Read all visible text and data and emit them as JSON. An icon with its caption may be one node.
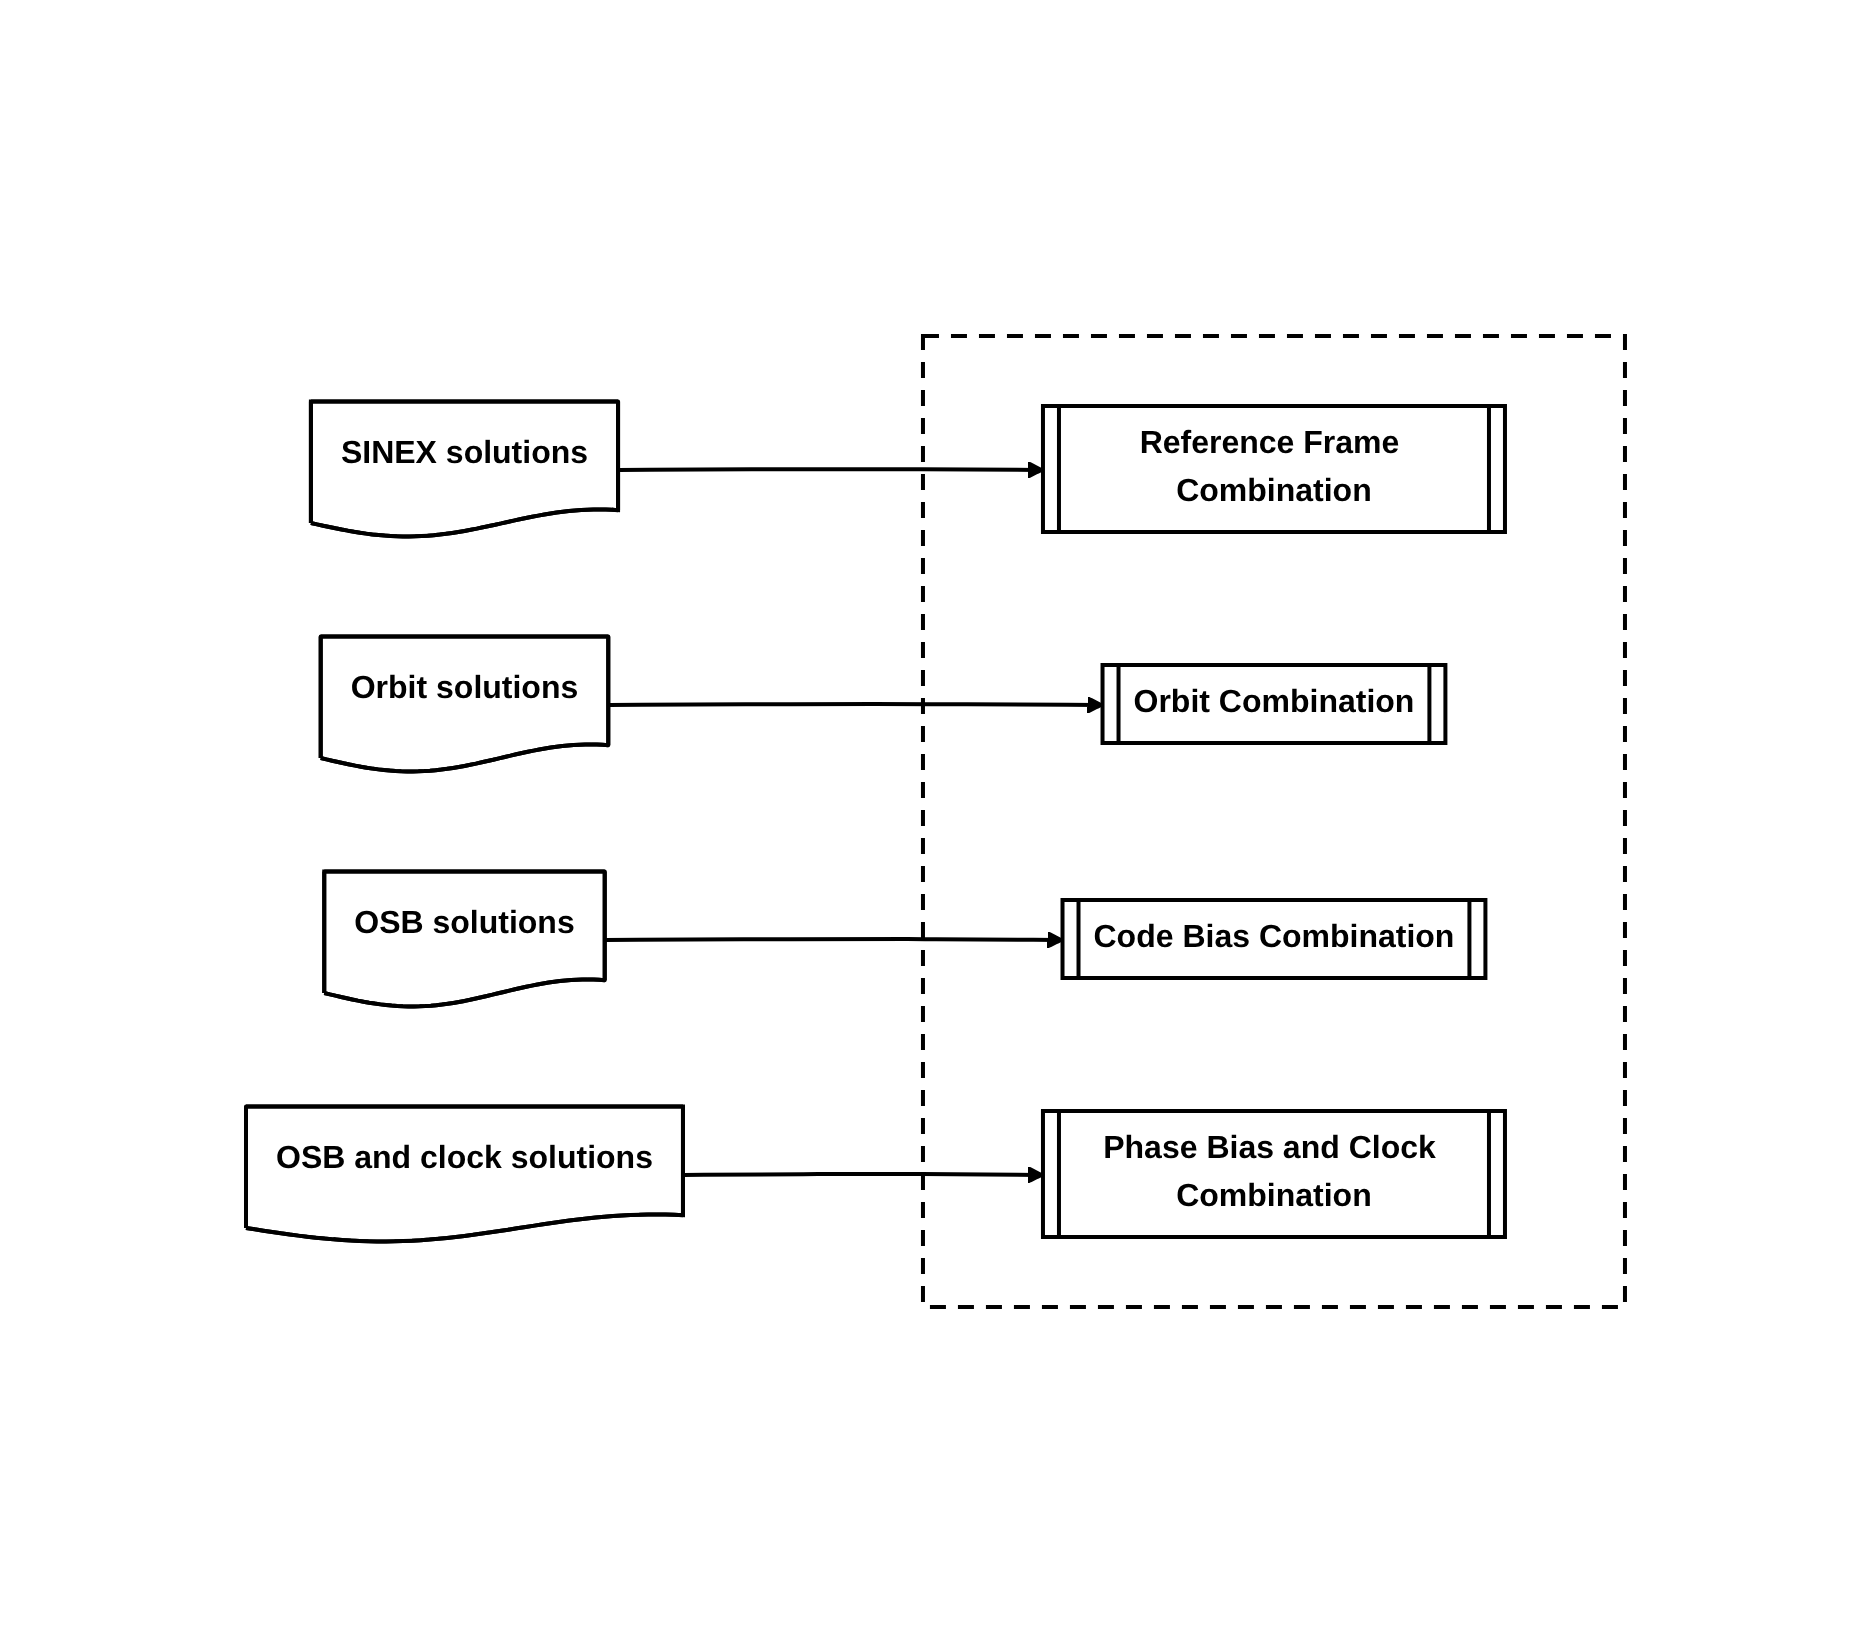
{
  "diagram": {
    "nodes": [
      {
        "text": [],
        "shape": "box"
      },
      {
        "text": [
          "SINEX solutions"
        ]
      },
      {
        "text": [
          "Reference Frame Combination"
        ],
        "in": 0
      },
      {
        "text": [
          "Orbit solutions"
        ]
      },
      {
        "text": [
          "Orbit Combination"
        ],
        "in": 0
      },
      {
        "text": [
          "OSB solutions"
        ]
      },
      {
        "text": [
          "Code Bias Combination"
        ],
        "in": 0
      },
      {
        "text": [
          "OSB and clock solutions"
        ]
      },
      {
        "text": [
          "Phase Bias and Clock Combination"
        ],
        "in": 0
      }
    ],
    "edges": [
      {
        "from": 1,
        "to": 2,
        "arrow": "to"
      },
      {
        "from": 3,
        "to": 4,
        "arrow": "to"
      },
      {
        "from": 5,
        "to": 6,
        "arrow": "to"
      },
      {
        "from": 7,
        "to": 8,
        "arrow": "to"
      }
    ]
  }
}
